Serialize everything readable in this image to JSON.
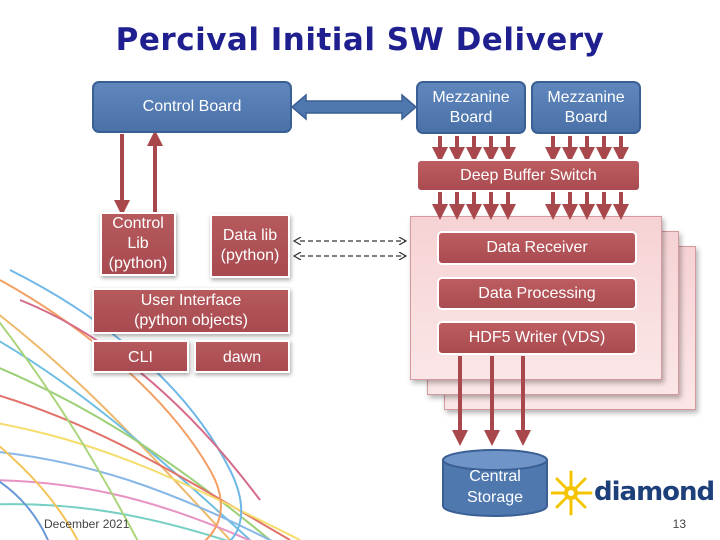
{
  "slide": {
    "title": "Percival Initial SW Delivery",
    "footer_date": "December 2021",
    "page_number": "13"
  },
  "boxes": {
    "control_board": "Control Board",
    "mezzanine_1": "Mezzanine Board",
    "mezzanine_2": "Mezzanine Board",
    "deep_buffer_switch": "Deep Buffer Switch",
    "control_lib": "Control Lib (python)",
    "data_lib": "Data lib (python)",
    "user_interface": "User Interface (python objects)",
    "cli": "CLI",
    "dawn": "dawn",
    "data_receiver": "Data Receiver",
    "data_processing": "Data Processing",
    "hdf5_writer": "HDF5 Writer (VDS)",
    "central_storage": "Central Storage"
  },
  "logo": {
    "text": "diamond"
  },
  "colors": {
    "title": "#1f1f8f",
    "blue_box": "#4f78ae",
    "red_box": "#ab4d52",
    "arrow": "#a8484c",
    "panel": "#f8dcdd",
    "logo_text": "#1d3f7a",
    "logo_burst": "#f5c400"
  }
}
